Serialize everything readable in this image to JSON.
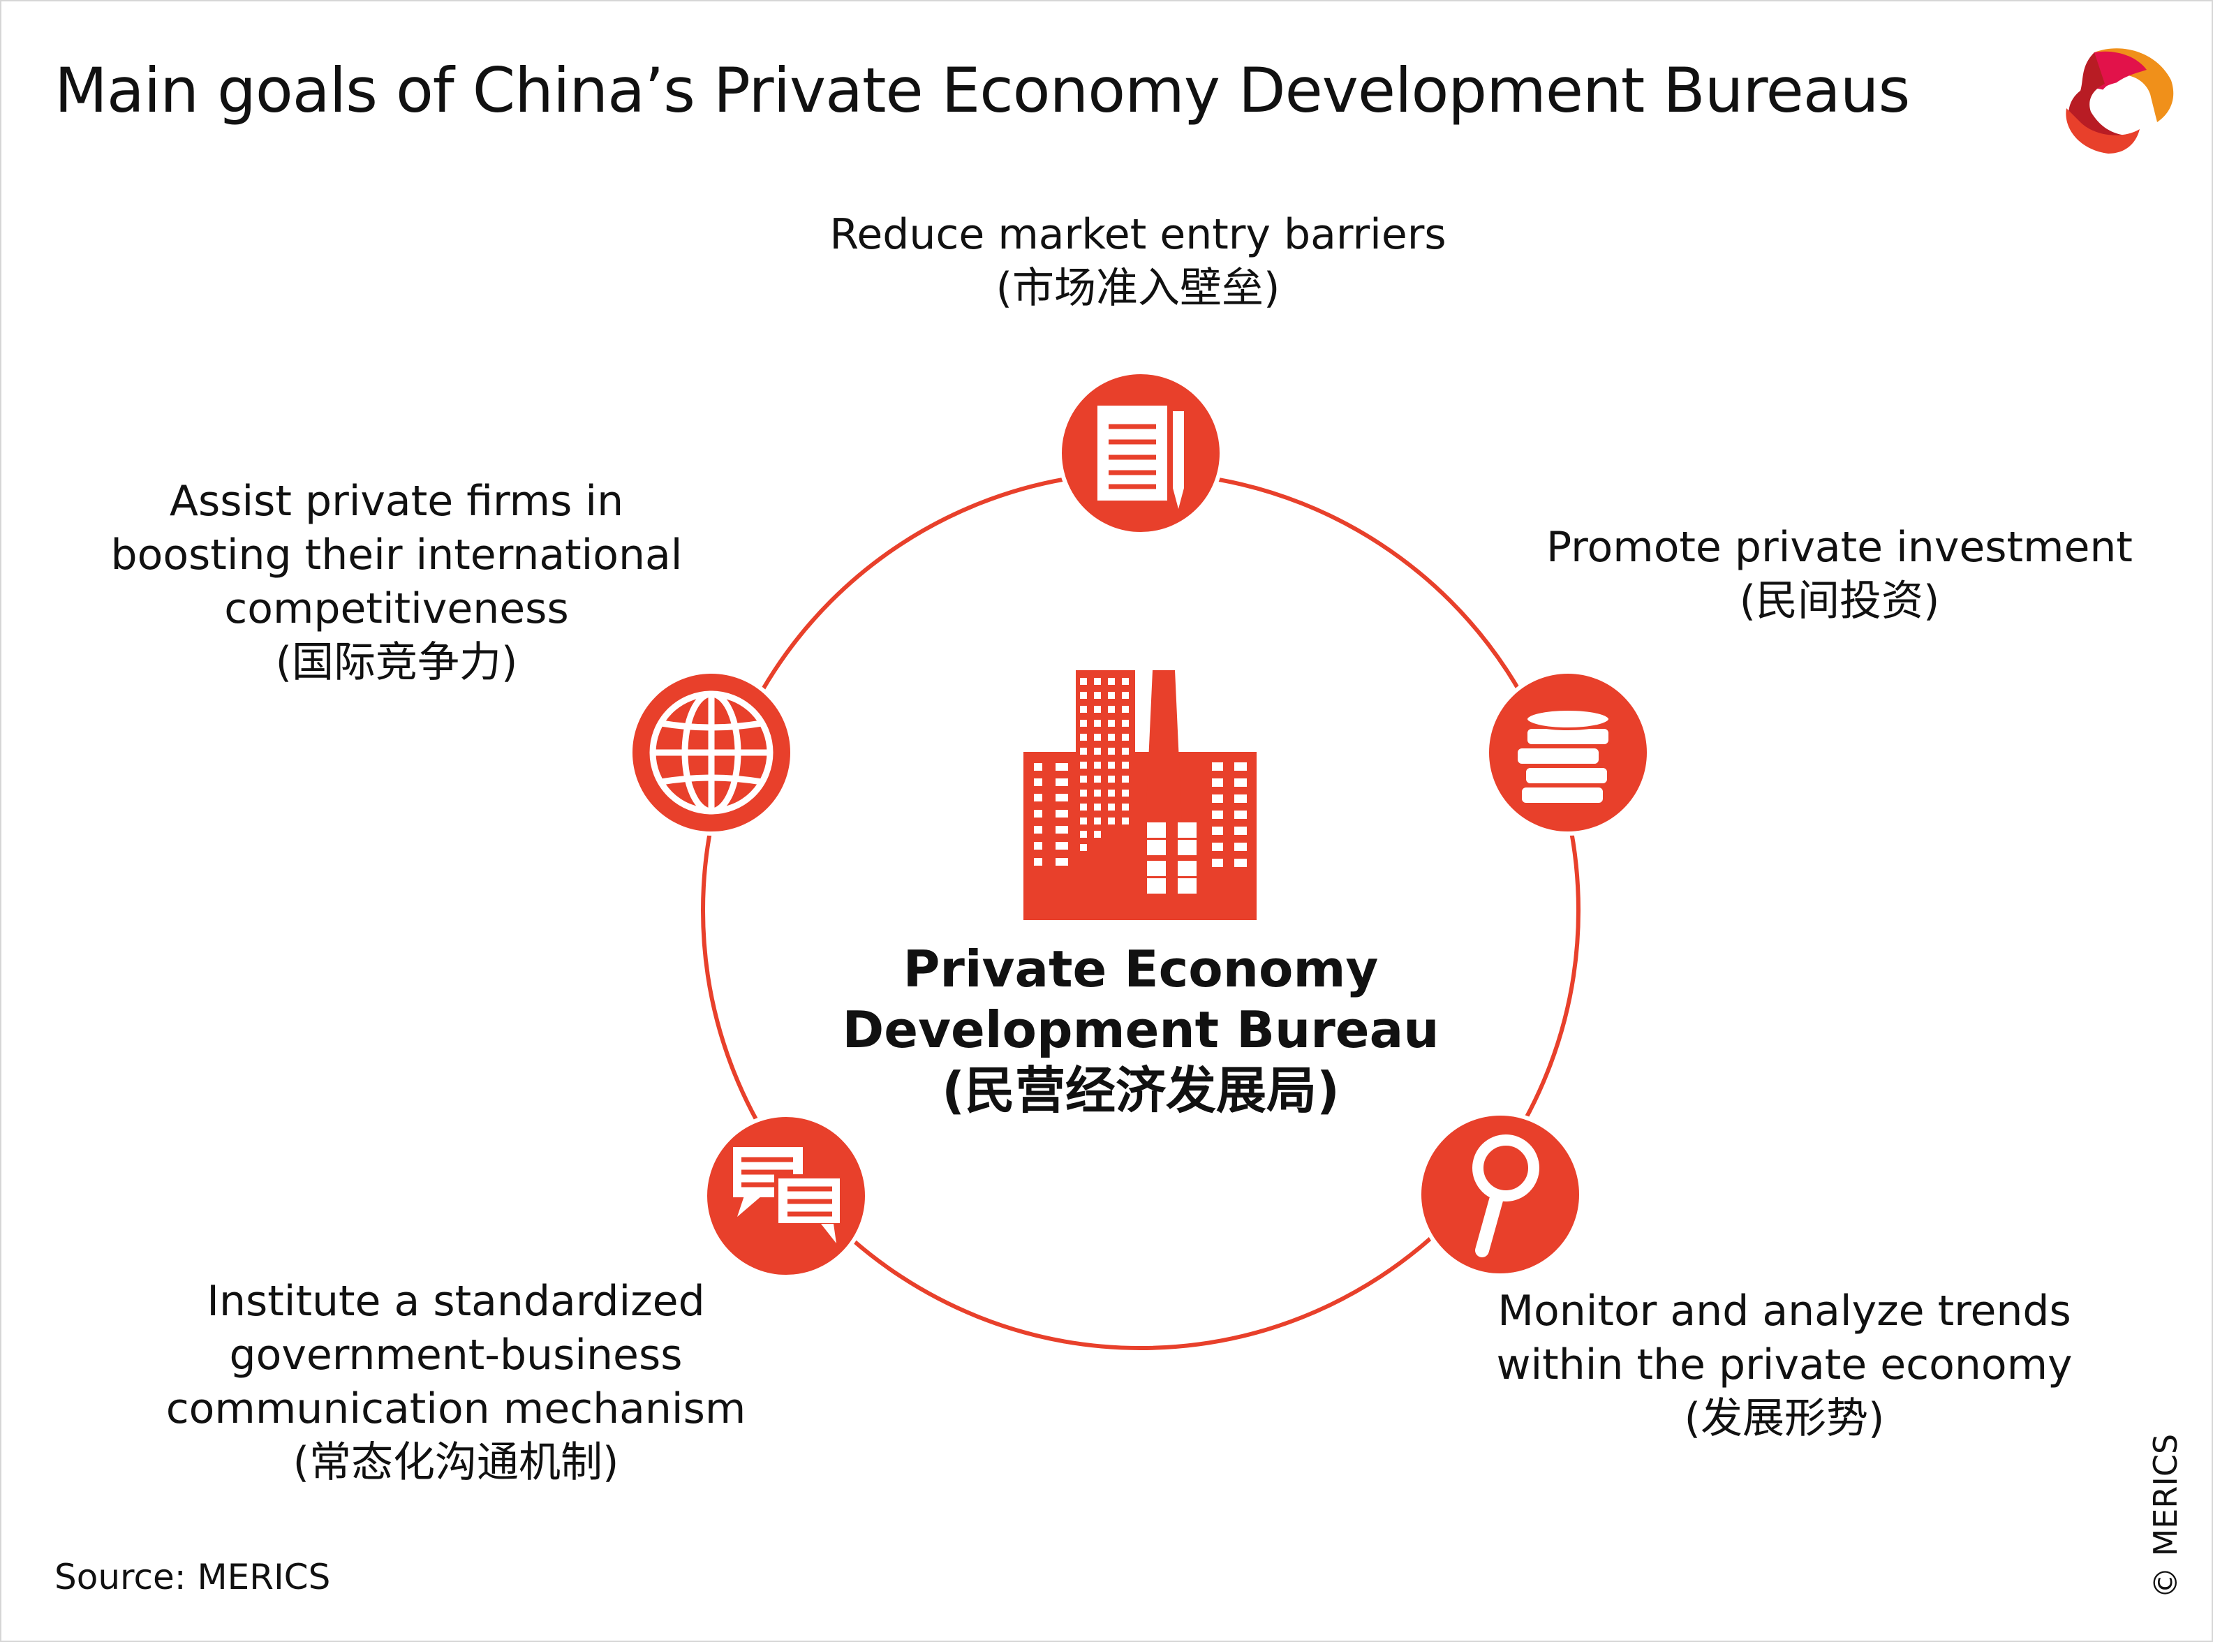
{
  "title": "Main goals of China’s Private Economy Development Bureaus",
  "center": {
    "line1": "Private Economy",
    "line2": "Development Bureau",
    "line3": "(民营经济发展局)"
  },
  "goals": {
    "top": {
      "lines": [
        "Reduce market entry barriers",
        "(市场准入壁垒)"
      ],
      "icon": "document-pen-icon"
    },
    "right": {
      "lines": [
        "Promote private investment",
        "(民间投资)"
      ],
      "icon": "coins-icon"
    },
    "bottom_right": {
      "lines": [
        "Monitor and analyze trends",
        "within the private economy",
        "(发展形势)"
      ],
      "icon": "magnifier-icon"
    },
    "bottom_left": {
      "lines": [
        "Institute a standardized",
        "government-business",
        "communication mechanism",
        "(常态化沟通机制)"
      ],
      "icon": "speech-bubbles-icon"
    },
    "left": {
      "lines": [
        "Assist private firms in",
        "boosting their international",
        "competitiveness",
        "(国际竞争力)"
      ],
      "icon": "globe-icon"
    }
  },
  "source": "Source: MERICS",
  "copyright": "© MERICS",
  "colors": {
    "accent": "#e8402b",
    "text": "#111111"
  }
}
